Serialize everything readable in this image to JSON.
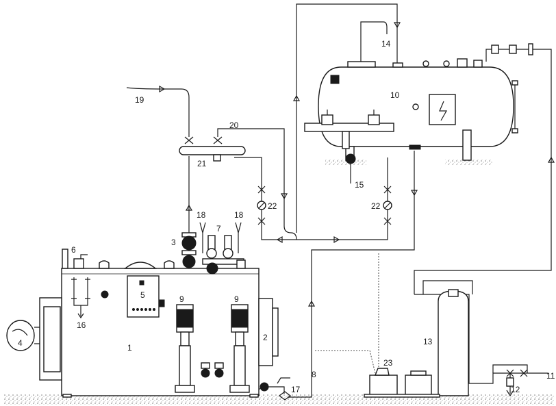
{
  "labels": {
    "boiler": "1",
    "economizer": "2",
    "steam_valve": "3",
    "burner": "4",
    "control_panel": "5",
    "safety_valve": "6",
    "feed_valves": "7",
    "drain_line": "8",
    "pump_left": "9",
    "pump_right": "9",
    "tank": "10",
    "water_inlet": "11",
    "drain_outlet": "12",
    "softener": "13",
    "vent": "14",
    "tank_drain": "15",
    "boiler_drain": "16",
    "blowdown": "17",
    "relief_left": "18",
    "relief_right": "18",
    "steam_outlet": "19",
    "return_line": "20",
    "distributor": "21",
    "strainer_left": "22",
    "strainer_right": "22",
    "dosing_unit": "23"
  },
  "colors": {
    "stroke": "#1a1a1a",
    "fill": "#ffffff",
    "ground": "#8a8a8a"
  },
  "icons": {
    "warning": "high-voltage-icon"
  }
}
